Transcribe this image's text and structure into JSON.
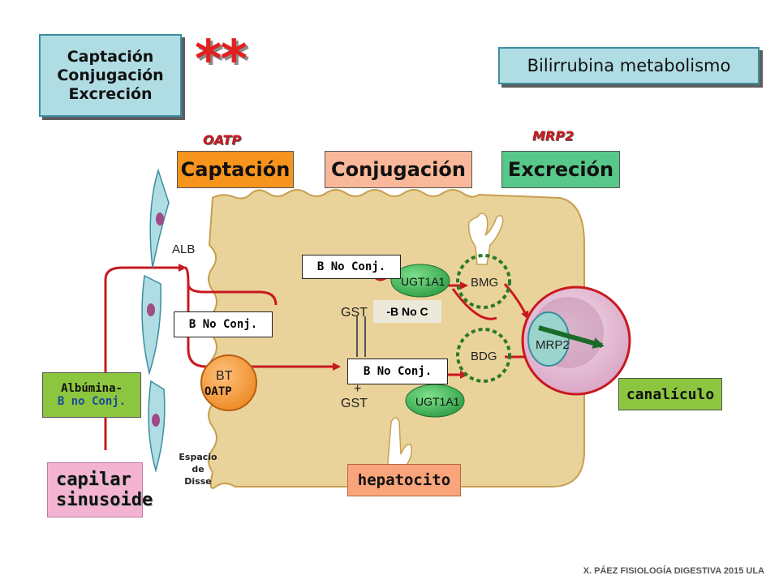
{
  "top_box": {
    "line1": "Captación",
    "line2": "Conjugación",
    "line3": "Excreción"
  },
  "stars": "**",
  "title": "Bilirrubina metabolismo",
  "transporters": {
    "oatp": "OATP",
    "mrp2": "MRP2"
  },
  "headers": {
    "captacion": "Captación",
    "conjugacion": "Conjugación",
    "excrecion": "Excreción"
  },
  "diagram": {
    "alb": "ALB",
    "b_no_conj_top": "B No Conj.",
    "b_no_conj_left": "B No Conj.",
    "b_no_conj_mid": "B No Conj.",
    "ugt_top": "UGT1A1",
    "ugt_bottom": "UGT1A1",
    "bmg": "BMG",
    "bdg": "BDG",
    "mrp2_inner": "MRP2",
    "gst_top": "GST",
    "gst_bottom": "GST",
    "b_no_c": "-B No C",
    "bt": "BT",
    "oatp_inner": "OATP",
    "plus": "+"
  },
  "labels": {
    "albumina_line1": "Albúmina-",
    "albumina_line2": "B no Conj.",
    "canaliculo": "canalículo",
    "capilar_line1": "capilar",
    "capilar_line2": "sinusoide",
    "hepatocito": "hepatocito",
    "disse_line1": "Espacio",
    "disse_line2": "de",
    "disse_line3": "Disse"
  },
  "footer": "X. PÁEZ   FISIOLOGÍA DIGESTIVA 2015 ULA",
  "colors": {
    "teal_box": "#b0dde4",
    "orange": "#f7941d",
    "salmon": "#f9b89a",
    "green_header": "#58c88a",
    "hepatocyte": "#ead39a",
    "red_arrow": "#c8191f",
    "pink_cell": "#d9a3c4",
    "label_green": "#8cc63f",
    "label_pink": "#f5b3d2"
  }
}
